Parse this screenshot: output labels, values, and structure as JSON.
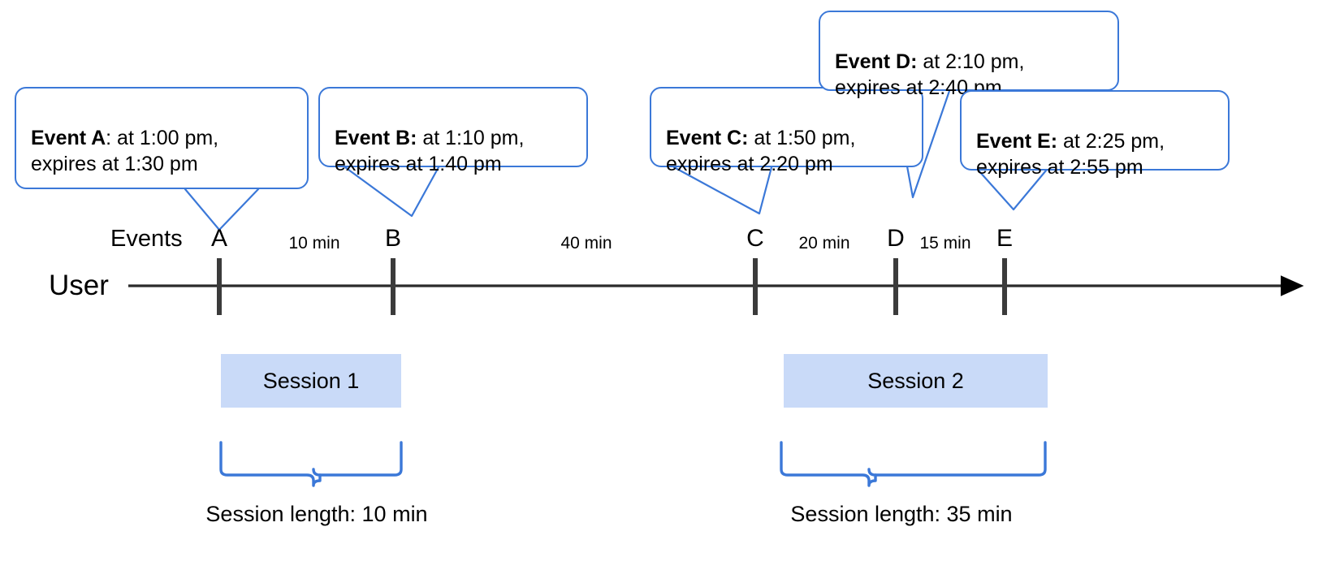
{
  "diagram": {
    "title_row": {
      "events_label": "Events",
      "user_label": "User"
    },
    "colors": {
      "callout_border": "#3b78d8",
      "session_fill": "#c9daf8",
      "brace": "#3b78d8",
      "axis": "#3b3b3b",
      "text": "#000000"
    },
    "callouts": [
      {
        "id": "A",
        "bold": "Event A",
        "rest": ": at 1:00 pm,\nexpires at 1:30 pm",
        "full": "Event A: at 1:00 pm, expires at 1:30 pm"
      },
      {
        "id": "B",
        "bold": "Event B:",
        "rest": " at 1:10 pm,\nexpires at 1:40 pm",
        "full": "Event B: at 1:10 pm, expires at 1:40 pm"
      },
      {
        "id": "C",
        "bold": "Event C:",
        "rest": " at 1:50 pm,\nexpires at 2:20 pm",
        "full": "Event C: at 1:50 pm, expires at 2:20 pm"
      },
      {
        "id": "D",
        "bold": "Event D:",
        "rest": " at 2:10 pm,\nexpires at 2:40 pm",
        "full": "Event D: at 2:10 pm, expires at 2:40 pm"
      },
      {
        "id": "E",
        "bold": "Event E:",
        "rest": " at 2:25 pm,\nexpires at 2:55 pm",
        "full": "Event E: at 2:25 pm, expires at 2:55 pm"
      }
    ],
    "ticks": [
      {
        "label": "A",
        "time": "1:00 pm"
      },
      {
        "label": "B",
        "time": "1:10 pm"
      },
      {
        "label": "C",
        "time": "1:50 pm"
      },
      {
        "label": "D",
        "time": "2:10 pm"
      },
      {
        "label": "E",
        "time": "2:25 pm"
      }
    ],
    "gaps": [
      {
        "label": "10 min",
        "from": "A",
        "to": "B"
      },
      {
        "label": "40 min",
        "from": "B",
        "to": "C"
      },
      {
        "label": "20 min",
        "from": "C",
        "to": "D"
      },
      {
        "label": "15 min",
        "from": "D",
        "to": "E"
      }
    ],
    "sessions": [
      {
        "label": "Session 1",
        "caption": "Session length: 10 min"
      },
      {
        "label": "Session 2",
        "caption": "Session length: 35 min"
      }
    ]
  }
}
